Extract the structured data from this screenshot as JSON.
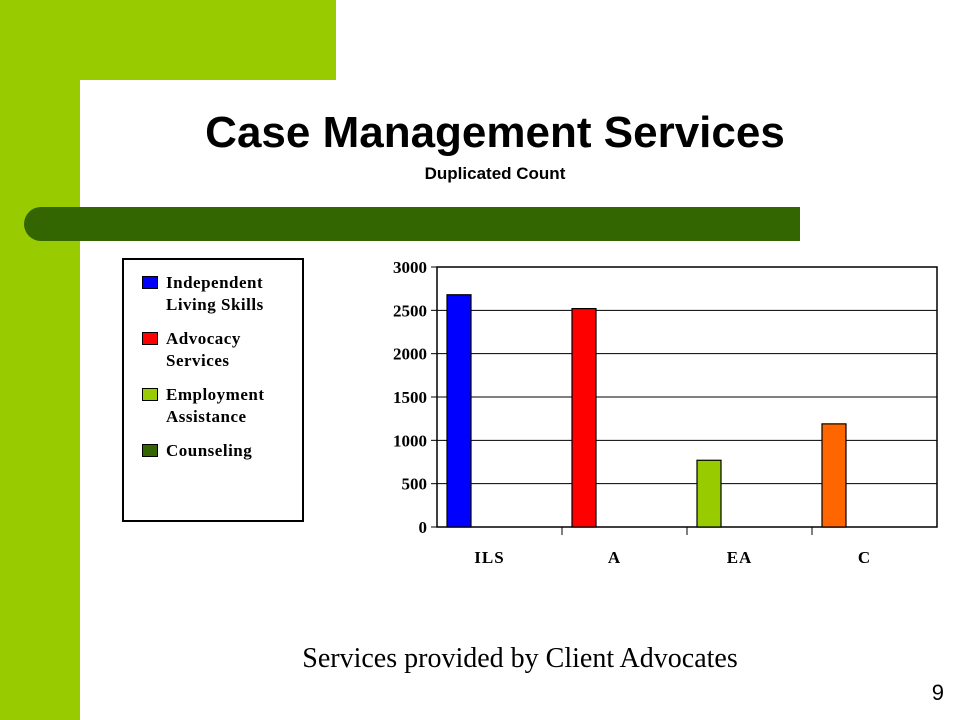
{
  "slide": {
    "title": "Case Management Services",
    "subtitle": "Duplicated Count",
    "footer": "Services provided by Client Advocates",
    "page_number": "9"
  },
  "colors": {
    "frame_green": "#99cc00",
    "bar_dark_green": "#336600"
  },
  "legend": {
    "items": [
      {
        "label": "Independent Living Skills",
        "color": "#0000ff"
      },
      {
        "label": "Advocacy Services",
        "color": "#ff0000"
      },
      {
        "label": "Employment Assistance",
        "color": "#99cc00"
      },
      {
        "label": "Counseling",
        "color": "#336600"
      }
    ]
  },
  "chart_data": {
    "type": "bar",
    "categories": [
      "ILS",
      "A",
      "EA",
      "C"
    ],
    "values": [
      2680,
      2520,
      770,
      1190
    ],
    "colors": [
      "#0000ff",
      "#ff0000",
      "#99cc00",
      "#ff6600"
    ],
    "yticks": [
      0,
      500,
      1000,
      1500,
      2000,
      2500,
      3000
    ],
    "ylim": [
      0,
      3000
    ],
    "grid": true,
    "legend_position": "left"
  }
}
